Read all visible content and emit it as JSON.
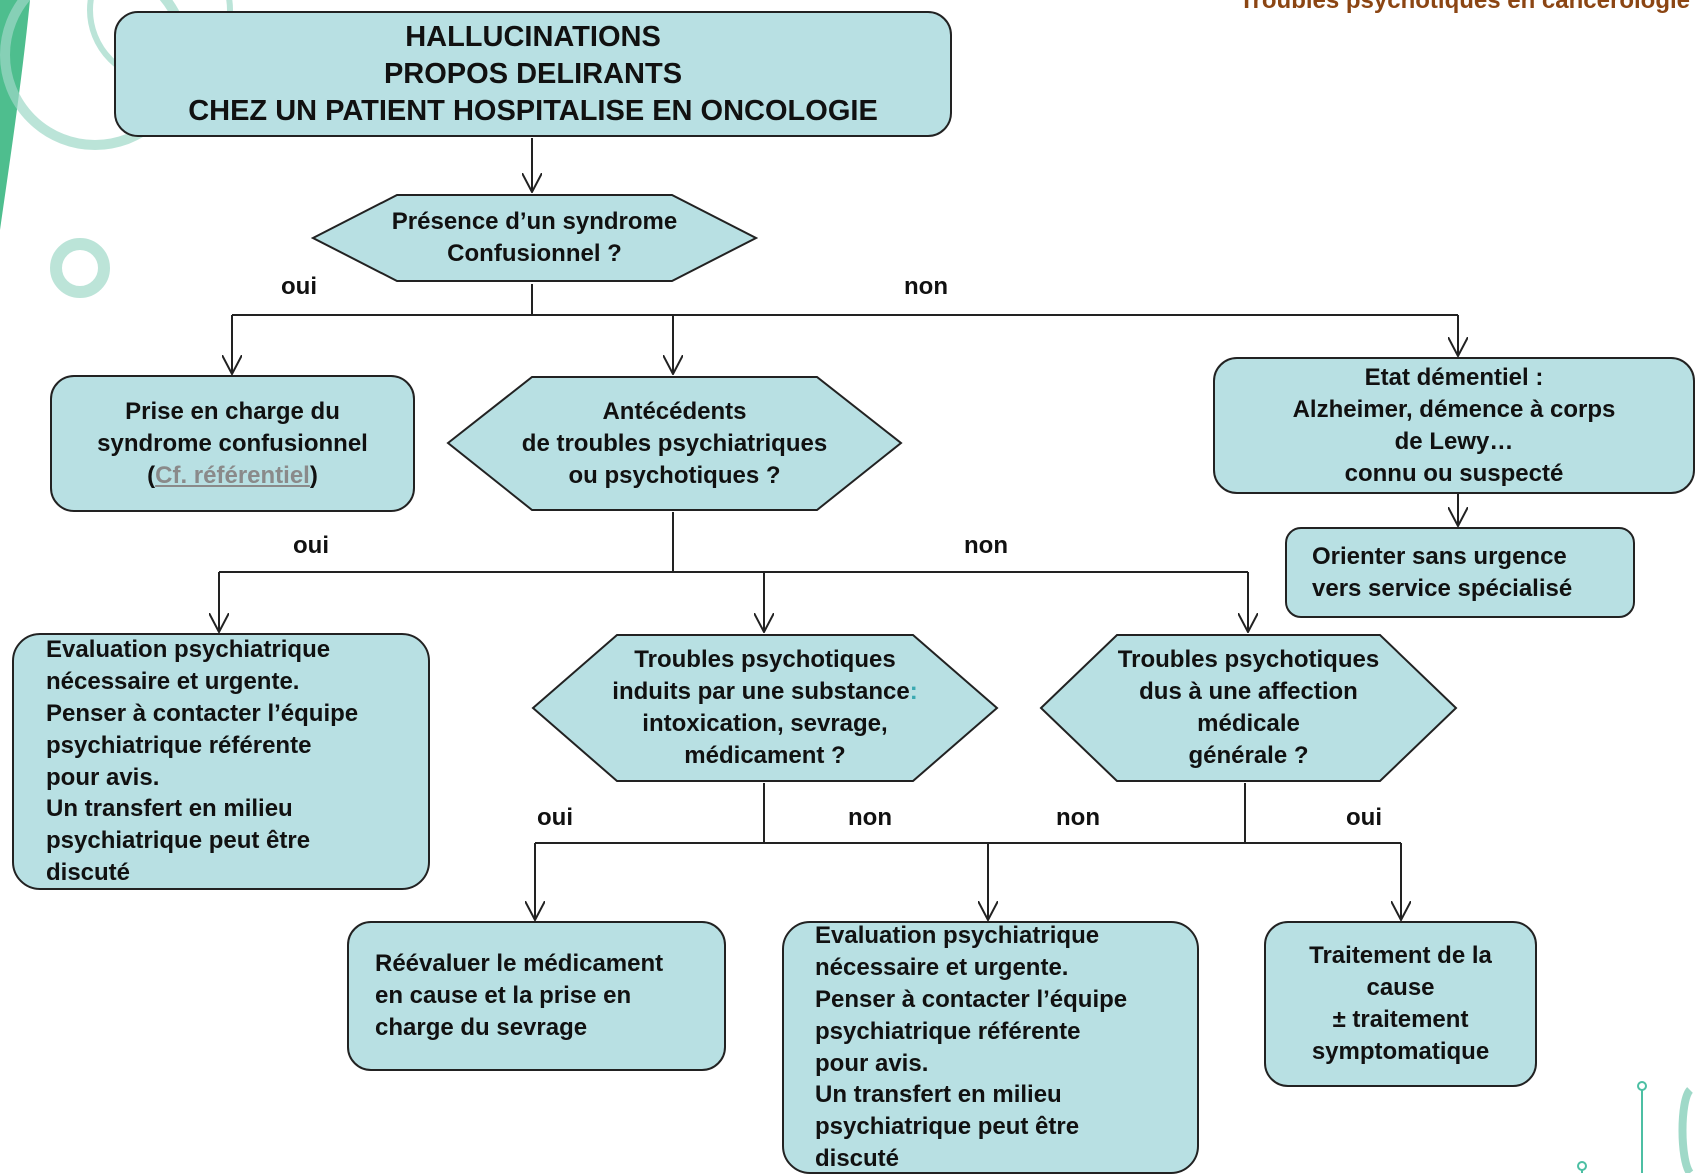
{
  "header": {
    "title": "Troubles psychotiques en cancérologie"
  },
  "colors": {
    "node_fill": "#b8e0e3",
    "stroke": "#222222",
    "header_color": "#8b4513",
    "link_color": "#8a8a8a",
    "decor_green": "#4cbfa3"
  },
  "icons": [
    "decorative-rings-icon",
    "decorative-circuit-icon"
  ],
  "nodes": {
    "start": {
      "lines": [
        "HALLUCINATIONS",
        "PROPOS DELIRANTS",
        "CHEZ UN PATIENT HOSPITALISE EN ONCOLOGIE"
      ]
    },
    "q_confusion": {
      "lines": [
        "Présence d’un syndrome",
        "Confusionnel ?"
      ]
    },
    "prise_en_charge": {
      "line1": "Prise en charge du",
      "line2": "syndrome confusionnel",
      "open": "(",
      "link": "Cf. référentiel",
      "close": ")"
    },
    "q_antecedents": {
      "lines": [
        "Antécédents",
        "de troubles psychiatriques",
        "ou psychotiques ?"
      ]
    },
    "etat_dementiel": {
      "lines": [
        "Etat démentiel :",
        "Alzheimer, démence à corps",
        "de Lewy…",
        "connu ou suspecté"
      ]
    },
    "orienter": {
      "lines": [
        "Orienter sans urgence",
        "vers service spécialisé"
      ]
    },
    "eval_1": {
      "lines": [
        "Evaluation psychiatrique",
        "nécessaire et urgente.",
        "Penser à contacter l’équipe",
        "psychiatrique référente",
        "pour avis.",
        "Un transfert en milieu",
        "psychiatrique peut être",
        "discuté"
      ]
    },
    "q_substance": {
      "line1": "Troubles psychotiques",
      "line2": "induits par une substance",
      "colon": ":",
      "line3": "intoxication, sevrage,",
      "line4": "médicament ?"
    },
    "q_affection": {
      "lines": [
        "Troubles psychotiques",
        "dus à une affection",
        "médicale",
        "générale ?"
      ]
    },
    "reevaluer": {
      "lines": [
        "Réévaluer le médicament",
        "en cause et la prise en",
        "charge du sevrage"
      ]
    },
    "eval_2": {
      "lines": [
        "Evaluation psychiatrique",
        "nécessaire et urgente.",
        "Penser à contacter l’équipe",
        "psychiatrique référente",
        "pour avis.",
        "Un transfert en milieu",
        "psychiatrique peut être",
        "discuté"
      ]
    },
    "traitement": {
      "lines": [
        "Traitement de la",
        "cause",
        "± traitement",
        "symptomatique"
      ]
    }
  },
  "edge_labels": {
    "q1_oui": "oui",
    "q1_non": "non",
    "q2_oui": "oui",
    "q2_non": "non",
    "q3_oui": "oui",
    "q3_non": "non",
    "q4_non": "non",
    "q4_oui": "oui"
  }
}
